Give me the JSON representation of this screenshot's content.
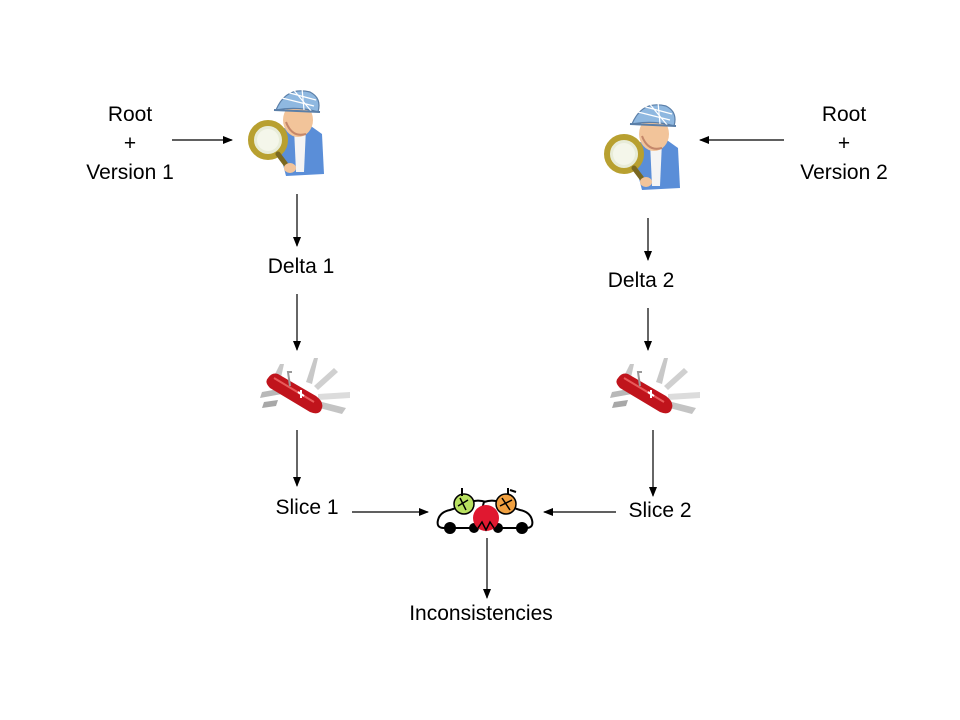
{
  "left_input": {
    "line1": "Root",
    "line2": "+",
    "line3": "Version 1"
  },
  "right_input": {
    "line1": "Root",
    "line2": "+",
    "line3": "Version 2"
  },
  "delta1": "Delta 1",
  "delta2": "Delta 2",
  "slice1": "Slice 1",
  "slice2": "Slice 2",
  "result": "Inconsistencies",
  "icons": {
    "analyzer": "detective-magnifier-icon",
    "slicer": "swiss-army-knife-icon",
    "conflict": "car-crash-icon"
  },
  "colors": {
    "arrow": "#000000",
    "knife_red": "#c0141c",
    "hat_blue": "#8fb8e0",
    "lens_gold": "#b8a030",
    "car_green": "#b8e060",
    "car_orange": "#f0a040",
    "crash_red": "#e01830"
  }
}
